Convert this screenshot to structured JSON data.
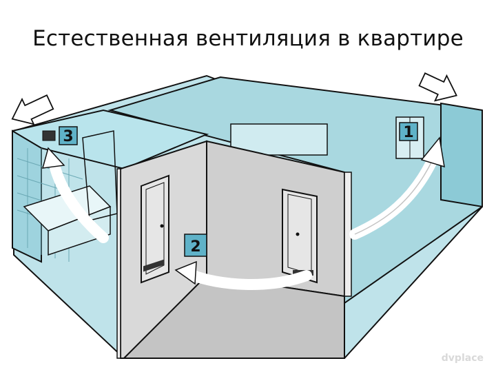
{
  "title": "Естественная вентиляция в квартире",
  "markers": [
    {
      "number": "3",
      "location": "bathroom exhaust vent"
    },
    {
      "number": "1",
      "location": "bedroom window"
    },
    {
      "number": "2",
      "location": "hallway door gap"
    }
  ],
  "watermark": "dvplace",
  "colors": {
    "room_fill": "#bfe3ea",
    "room_fill_dark": "#9fd0dc",
    "floor": "#c9e9ee",
    "hallway_wall": "#d6d6d6",
    "hallway_floor": "#cfcfcf",
    "outline": "#111111",
    "arrow": "#ffffff",
    "badge_bg": "#5fb2c8"
  }
}
